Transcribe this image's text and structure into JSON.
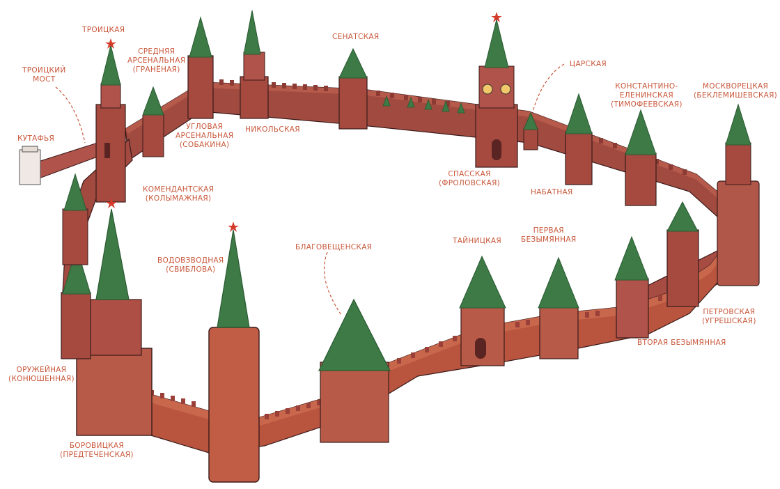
{
  "colors": {
    "wall": "#a5473e",
    "wall_light": "#bf5d4a",
    "wall_dark": "#7e3230",
    "roof": "#3d7a45",
    "roof_dark": "#2a5a33",
    "label": "#c8573a",
    "outline": "#3a1b1a"
  },
  "labels": {
    "troitskaya": [
      "ТРОИЦКАЯ"
    ],
    "troitsky_bridge": [
      "ТРОИЦКИЙ",
      "МОСТ"
    ],
    "kutafya": [
      "КУТАФЬЯ"
    ],
    "srednyaya_arsenalnaya": [
      "СРЕДНЯЯ",
      "АРСЕНАЛЬНАЯ",
      "(ГРАНЁНАЯ)"
    ],
    "uglovaya_arsenalnaya": [
      "УГЛОВАЯ",
      "АРСЕНАЛЬНАЯ",
      "(СОБАКИНА)"
    ],
    "nikolskaya": [
      "НИКОЛЬСКАЯ"
    ],
    "senatskaya": [
      "СЕНАТСКАЯ"
    ],
    "tsarskaya": [
      "ЦАРСКАЯ"
    ],
    "konstantino_eleninskaya": [
      "КОНСТАНТИНО-",
      "ЕЛЕНИНСКАЯ",
      "(ТИМОФЕЕВСКАЯ)"
    ],
    "moskvoretskaya": [
      "МОСКВОРЕЦКАЯ",
      "(БЕКЛЕМИШЕВСКАЯ)"
    ],
    "spasskaya": [
      "СПАССКАЯ",
      "(ФРОЛОВСКАЯ)"
    ],
    "nabatnaya": [
      "НАБАТНАЯ"
    ],
    "komendantskaya": [
      "КОМЕНДАНТСКАЯ",
      "(КОЛЫМАЖНАЯ)"
    ],
    "vodovzvodnaya": [
      "ВОДОВЗВОДНАЯ",
      "(СВИБЛОВА)"
    ],
    "blagoveshchenskaya": [
      "БЛАГОВЕЩЕНСКАЯ"
    ],
    "taynitskaya": [
      "ТАЙНИЦКАЯ"
    ],
    "pervaya_bezymyannaya": [
      "ПЕРВАЯ",
      "БЕЗЫМЯННАЯ"
    ],
    "petrovskaya": [
      "ПЕТРОВСКАЯ",
      "(УГРЕШСКАЯ)"
    ],
    "vtoraya_bezymyannaya": [
      "ВТОРАЯ БЕЗЫМЯННАЯ"
    ],
    "oruzheynaya": [
      "ОРУЖЕЙНАЯ",
      "(КОНЮШЕННАЯ)"
    ],
    "borovitskaya": [
      "БОРОВИЦКАЯ",
      "(ПРЕДТЕЧЕНСКАЯ)"
    ]
  }
}
